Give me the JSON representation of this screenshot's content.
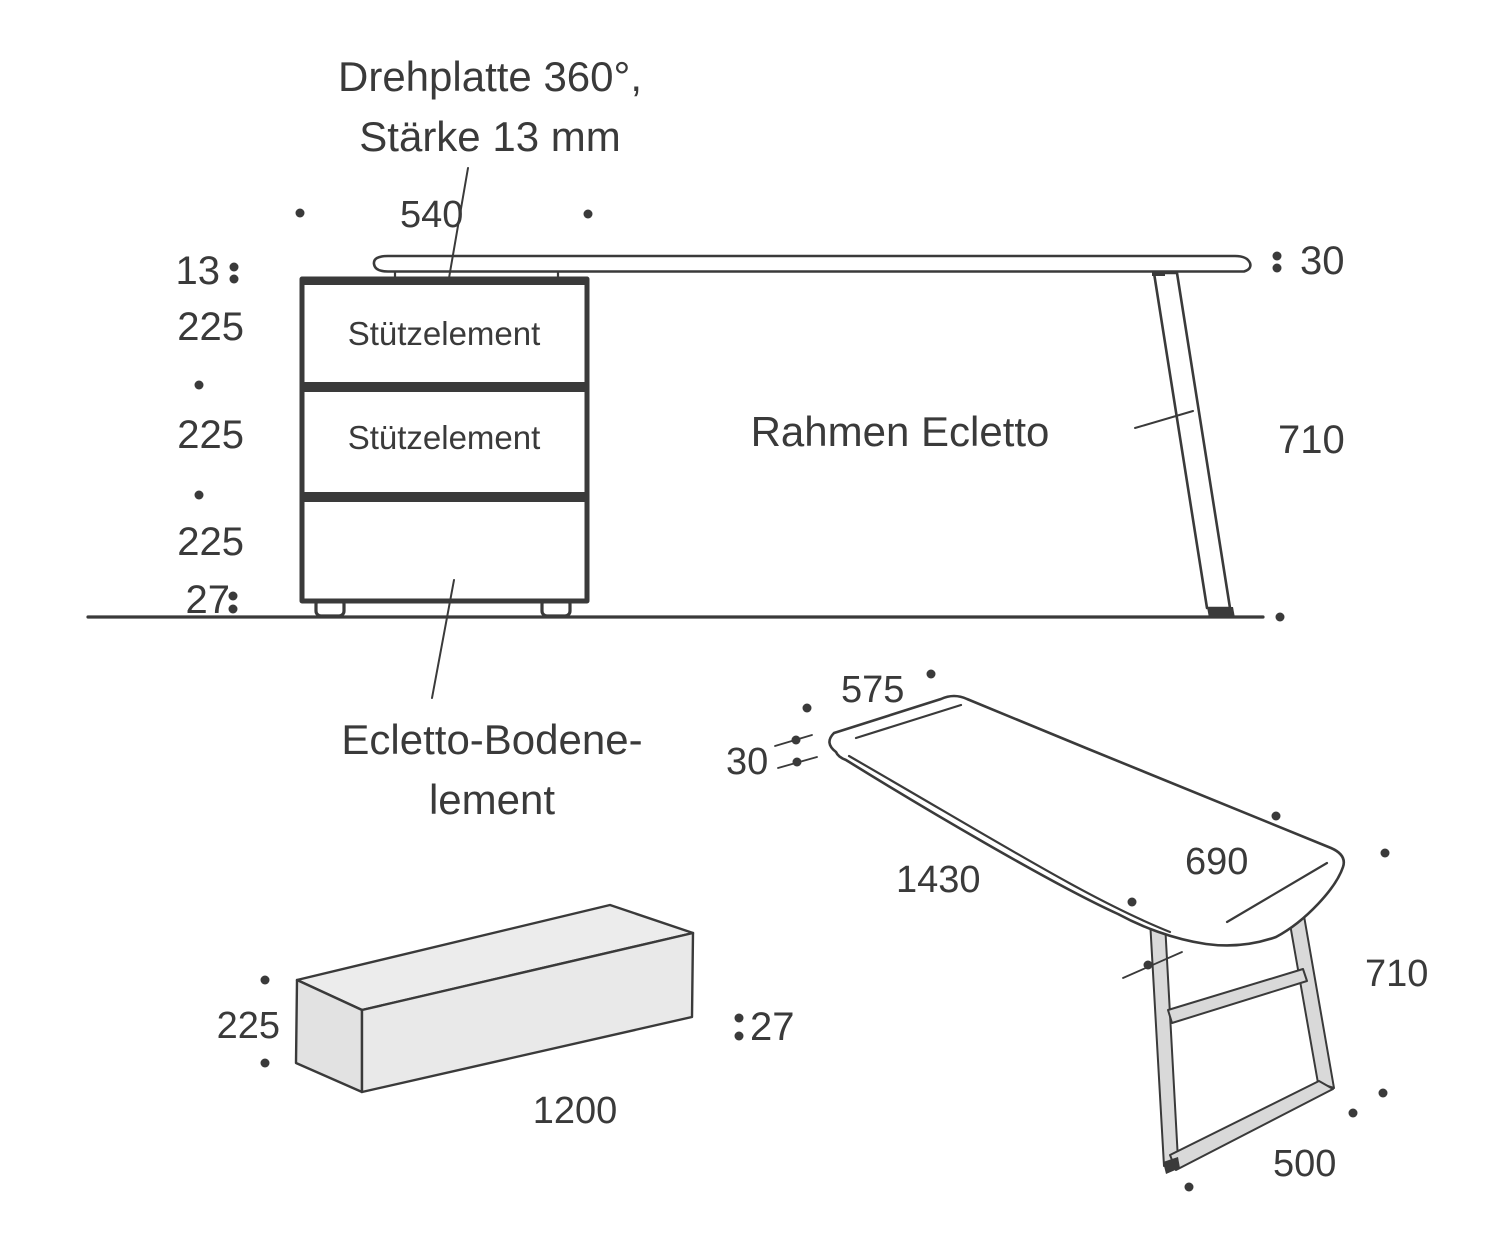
{
  "colors": {
    "line": "#3a3a3a",
    "line_heavy": "#333333",
    "surface_light": "#ececec",
    "surface_mid": "#e9e9e9",
    "surface_dark": "#e2e2e2",
    "metal": "#d9d9d9",
    "background": "#ffffff"
  },
  "side_view": {
    "plate_note": {
      "line1": "Drehplatte 360°,",
      "line2": "Stärke 13 mm"
    },
    "top_width": "540",
    "plate_thickness": "13",
    "element_height_1": "225",
    "element_height_2": "225",
    "element_height_3": "225",
    "plinth_height": "27",
    "support_element_1": "Stützelement",
    "support_element_2": "Stützelement",
    "frame_label": "Rahmen Ecletto",
    "tabletop_thickness": "30",
    "leg_height": "710",
    "floor_note": {
      "line1": "Ecletto-Bodene-",
      "line2": "lement"
    }
  },
  "element_view": {
    "height": "225",
    "length": "1200",
    "depth": "27"
  },
  "perspective_view": {
    "end_width_left": "575",
    "tabletop_thickness": "30",
    "length": "1430",
    "end_width_right": "690",
    "leg_height": "710",
    "leg_depth": "500"
  }
}
